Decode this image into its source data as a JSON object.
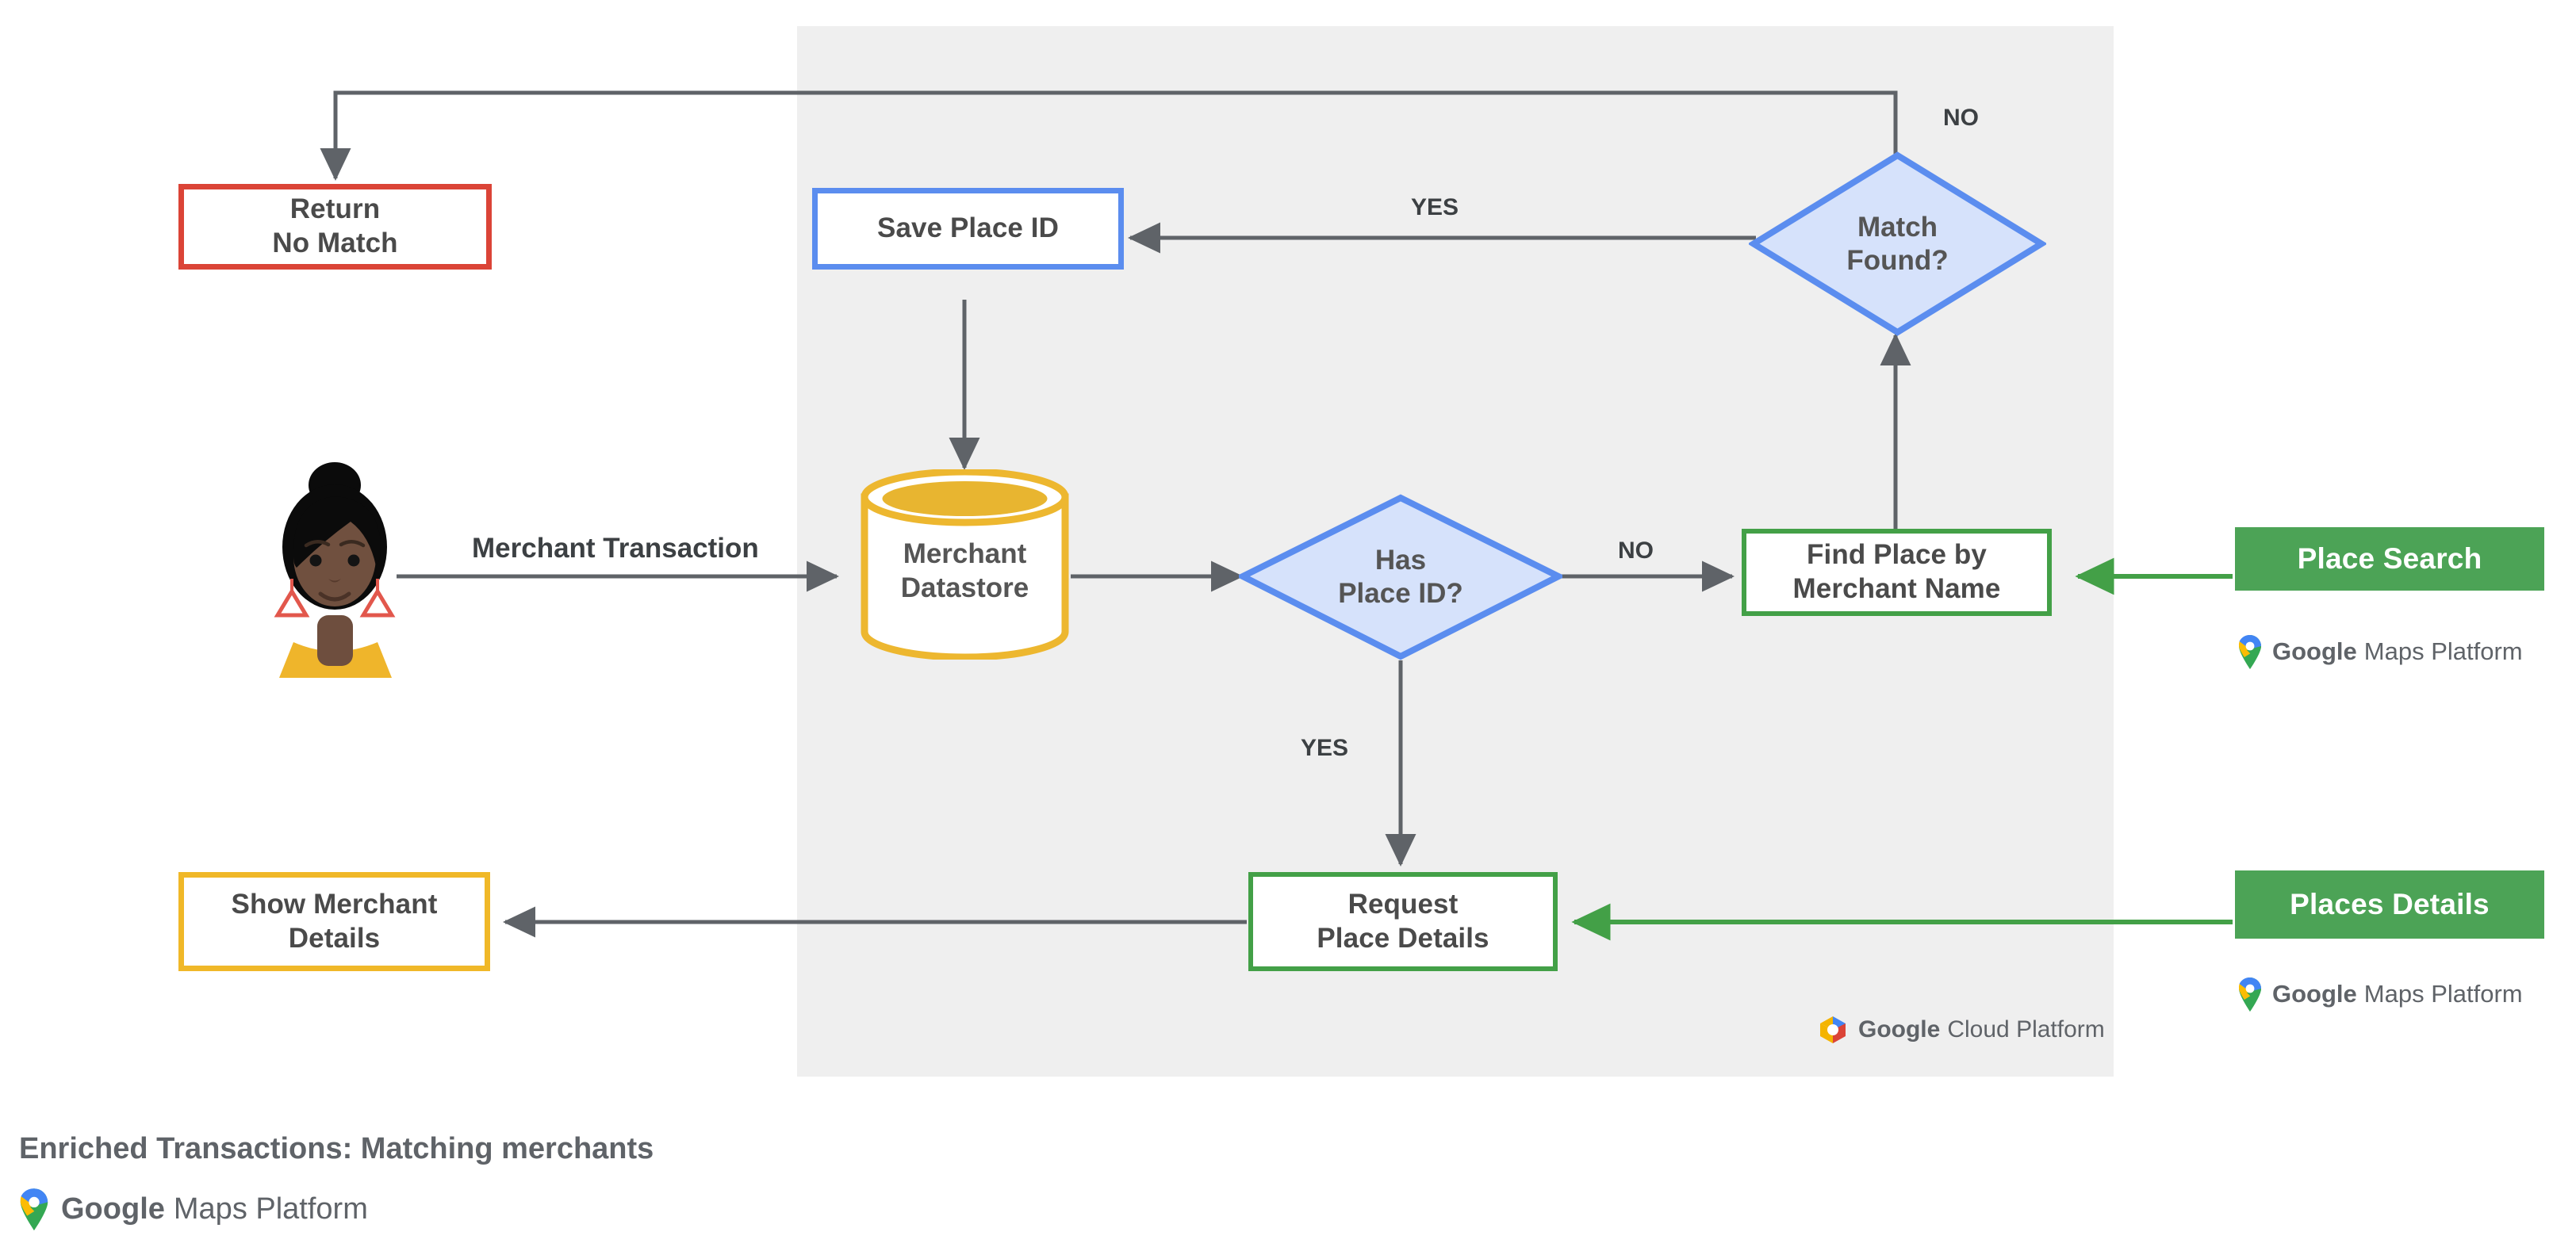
{
  "diagram": {
    "caption": "Enriched Transactions: Matching merchants",
    "panel_label": "Google Cloud Platform",
    "brand": {
      "maps_platform": "Google Maps Platform",
      "maps_platform_word1": "Google",
      "maps_platform_word2": "Maps Platform",
      "cloud_platform_word1": "Google",
      "cloud_platform_word2": "Cloud Platform"
    },
    "colors": {
      "red": "#DB4437",
      "blue": "#5B8DEF",
      "blue_fill": "#D6E2FB",
      "green": "#43A047",
      "chip_green": "#4CA356",
      "amber": "#F0B828",
      "amber_fill": "#E8B530",
      "panel_bg": "#EFEFEF",
      "wire": "#5F6368",
      "text": "#4A4A4A"
    },
    "nodes": [
      {
        "id": "return-no-match",
        "label": "Return\nNo Match"
      },
      {
        "id": "save-place-id",
        "label": "Save Place ID"
      },
      {
        "id": "match-found",
        "label": "Match\nFound?"
      },
      {
        "id": "merchant-datastore",
        "label": "Merchant\nDatastore"
      },
      {
        "id": "has-place-id",
        "label": "Has\nPlace ID?"
      },
      {
        "id": "find-place",
        "label": "Find Place by\nMerchant Name"
      },
      {
        "id": "request-details",
        "label": "Request\nPlace Details"
      },
      {
        "id": "show-merchant",
        "label": "Show Merchant\nDetails"
      },
      {
        "id": "place-search",
        "label": "Place Search"
      },
      {
        "id": "places-details",
        "label": "Places Details"
      }
    ],
    "edge_labels": {
      "merchant_transaction": "Merchant Transaction",
      "match_found_no": "NO",
      "match_found_yes": "YES",
      "has_place_id_no": "NO",
      "has_place_id_yes": "YES"
    },
    "actor": {
      "name": "Merchant customer avatar"
    }
  }
}
